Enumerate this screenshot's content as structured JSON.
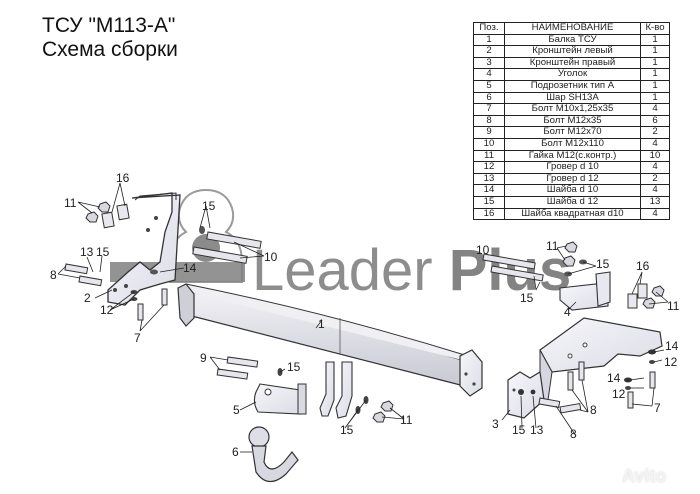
{
  "title": {
    "line1": "ТСУ \"М113-А\"",
    "line2": "Схема сборки"
  },
  "parts_table": {
    "headers": [
      "Поз.",
      "НАИМЕНОВАНИЕ",
      "К-во"
    ],
    "rows": [
      {
        "pos": "1",
        "name": "Балка ТСУ",
        "qty": "1"
      },
      {
        "pos": "2",
        "name": "Кронштейн левый",
        "qty": "1"
      },
      {
        "pos": "3",
        "name": "Кронштейн правый",
        "qty": "1"
      },
      {
        "pos": "4",
        "name": "Уголок",
        "qty": "1"
      },
      {
        "pos": "5",
        "name": "Подрозетник тип А",
        "qty": "1"
      },
      {
        "pos": "6",
        "name": "Шар SH13A",
        "qty": "1"
      },
      {
        "pos": "7",
        "name": "Болт М10х1,25х35",
        "qty": "4"
      },
      {
        "pos": "8",
        "name": "Болт М12х35",
        "qty": "6"
      },
      {
        "pos": "9",
        "name": "Болт М12х70",
        "qty": "2"
      },
      {
        "pos": "10",
        "name": "Болт М12х110",
        "qty": "4"
      },
      {
        "pos": "11",
        "name": "Гайка М12(с.контр.)",
        "qty": "10"
      },
      {
        "pos": "12",
        "name": "Гровер d 10",
        "qty": "4"
      },
      {
        "pos": "13",
        "name": "Гровер d 12",
        "qty": "2"
      },
      {
        "pos": "14",
        "name": "Шайба d 10",
        "qty": "4"
      },
      {
        "pos": "15",
        "name": "Шайба d 12",
        "qty": "13"
      },
      {
        "pos": "16",
        "name": "Шайба квадратная d10",
        "qty": "4"
      }
    ]
  },
  "watermark": {
    "text_regular": "Leader ",
    "text_bold": "Plus",
    "icon": "hitch-ball-logo-icon"
  },
  "avito_watermark": "Avito",
  "callouts": {
    "c16_left": "16",
    "c11_left": "11",
    "c15_left_top": "15",
    "c10_left": "10",
    "c13_left": "13",
    "c15_left_mid": "15",
    "c14_left": "14",
    "c8_left": "8",
    "c2": "2",
    "c12_left": "12",
    "c7_left": "7",
    "c1": "1",
    "c9": "9",
    "c15_socket": "15",
    "c5": "5",
    "c6": "6",
    "c15_mid": "15",
    "c11_mid": "11",
    "c11_right_top": "11",
    "c15_right_top": "15",
    "c10_right": "10",
    "c15_right_bolts": "15",
    "c4": "4",
    "c16_right": "16",
    "c11_right": "11",
    "c14_right_top": "14",
    "c12_right_top": "12",
    "c14_right_mid": "14",
    "c12_right_mid": "12",
    "c7_right": "7",
    "c8_right": "8",
    "c8_right_bottom": "8",
    "c3": "3",
    "c15_right_bottom": "15",
    "c13_right": "13"
  },
  "colors": {
    "part_fill": "#e6e6ee",
    "part_fill_light": "#f0f0f6",
    "part_stroke": "#333333",
    "watermark_gray": "#7a7a7a"
  }
}
